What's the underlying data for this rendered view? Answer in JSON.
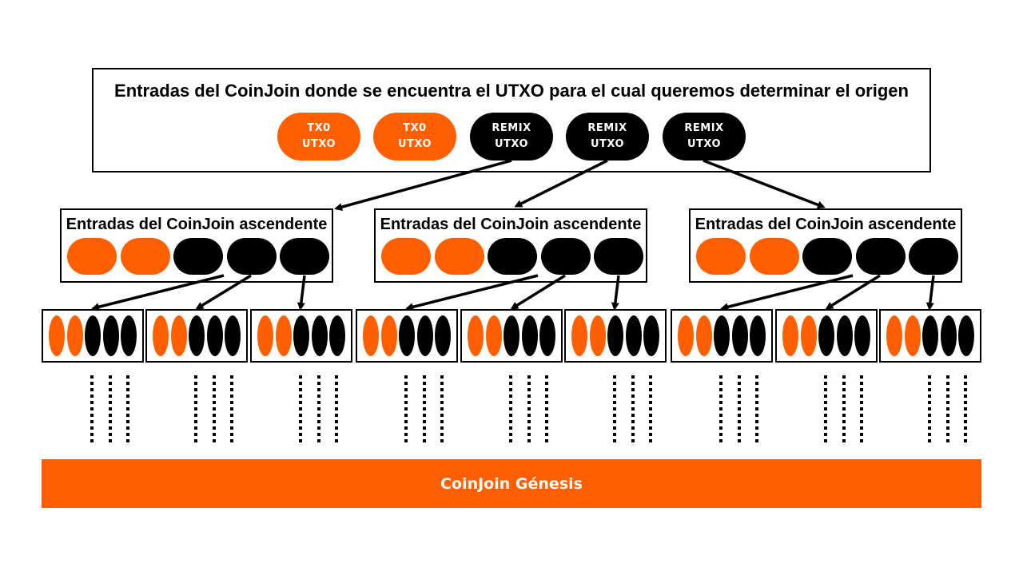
{
  "top": {
    "title": "Entradas del CoinJoin donde se encuentra el UTXO para el cual queremos determinar el origen",
    "pills": [
      {
        "line1": "TX0",
        "line2": "UTXO",
        "color": "orange"
      },
      {
        "line1": "TX0",
        "line2": "UTXO",
        "color": "orange"
      },
      {
        "line1": "REMIX",
        "line2": "UTXO",
        "color": "black"
      },
      {
        "line1": "REMIX",
        "line2": "UTXO",
        "color": "black"
      },
      {
        "line1": "REMIX",
        "line2": "UTXO",
        "color": "black"
      }
    ]
  },
  "ancestors": [
    {
      "title": "Entradas del CoinJoin ascendente",
      "ovals": [
        "orange",
        "orange",
        "black",
        "black",
        "black"
      ]
    },
    {
      "title": "Entradas del CoinJoin ascendente",
      "ovals": [
        "orange",
        "orange",
        "black",
        "black",
        "black"
      ]
    },
    {
      "title": "Entradas del CoinJoin ascendente",
      "ovals": [
        "orange",
        "orange",
        "black",
        "black",
        "black"
      ]
    }
  ],
  "grand_ancestors": {
    "count": 9,
    "ovals": [
      "orange",
      "orange",
      "black",
      "black",
      "black"
    ]
  },
  "genesis": {
    "label": "CoinJoin Génesis"
  },
  "colors": {
    "orange": "#ff5f00",
    "black": "#000000",
    "white": "#ffffff"
  }
}
